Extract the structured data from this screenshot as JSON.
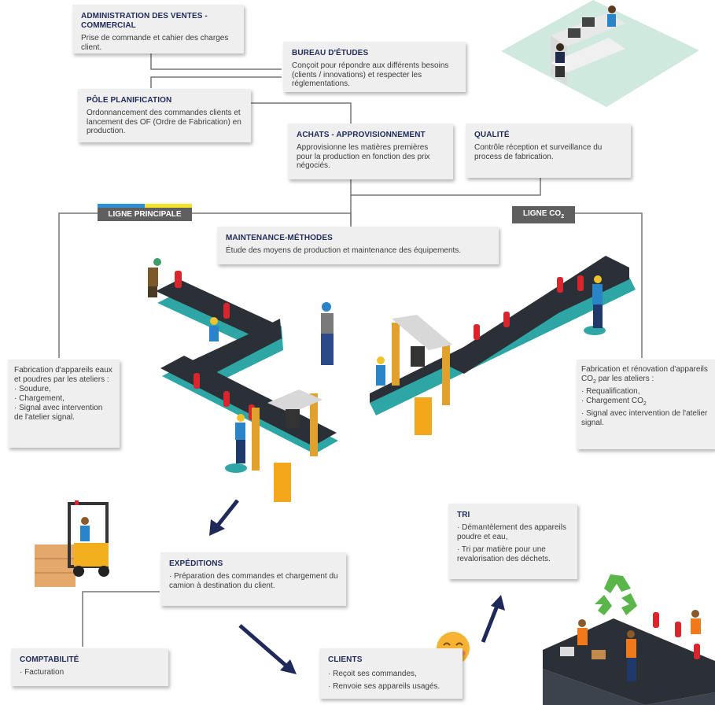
{
  "admin": {
    "title": "ADMINISTRATION DES VENTES - COMMERCIAL",
    "text": "Prise de commande et cahier des charges client."
  },
  "bureau": {
    "title": "BUREAU D'ÉTUDES",
    "text": "Conçoit pour répondre aux différents besoins (clients / innovations) et respecter les réglementations."
  },
  "planif": {
    "title": "PÔLE PLANIFICATION",
    "text": "Ordonnancement des commandes clients et lancement des OF (Ordre de Fabrication) en production."
  },
  "achats": {
    "title": "ACHATS - APPROVISIONNEMENT",
    "text": "Approvisionne les matières premières pour la production en fonction des prix négociés."
  },
  "qualite": {
    "title": "QUALITÉ",
    "text": "Contrôle réception et surveillance du process de fabrication."
  },
  "ligne_principale": "LIGNE PRINCIPALE",
  "ligne_co2": {
    "prefix": "LIGNE CO",
    "sub": "2"
  },
  "maintenance": {
    "title": "MAINTENANCE-MÉTHODES",
    "text": "Étude des moyens de production et maintenance des équipements."
  },
  "fab_left": {
    "intro": "Fabrication d'appareils eaux et poudres par les ateliers :",
    "items": [
      "· Soudure,",
      "· Chargement,",
      "· Signal avec intervention de l'atelier signal."
    ]
  },
  "fab_right": {
    "intro_prefix": "Fabrication et rénovation d'appareils CO",
    "intro_sub": "2",
    "intro_suffix": " par les ateliers :",
    "items": [
      "· Requalification,"
    ],
    "charge_prefix": "· Chargement CO",
    "charge_sub": "2",
    "last": "· Signal avec intervention de l'atelier signal."
  },
  "tri": {
    "title": "TRI",
    "items": [
      "· Démantèlement des appareils poudre et eau,",
      "· Tri par matière pour une revalorisation des déchets."
    ]
  },
  "expeditions": {
    "title": "EXPÉDITIONS",
    "text": "· Préparation des commandes et chargement du camion à destination du client."
  },
  "comptabilite": {
    "title": "COMPTABILITÉ",
    "text": "· Facturation"
  },
  "clients": {
    "title": "CLIENTS",
    "items": [
      "· Reçoit ses commandes,",
      "· Renvoie ses appareils usagés."
    ]
  },
  "colors": {
    "navy": "#1f2a5a",
    "box": "#efefef",
    "tag": "#5f5f5f",
    "blue": "#2d8fd5",
    "yellow": "#f2e22a",
    "belt": "#2b2f36",
    "teal": "#2fa6a6",
    "red": "#d8262c"
  }
}
